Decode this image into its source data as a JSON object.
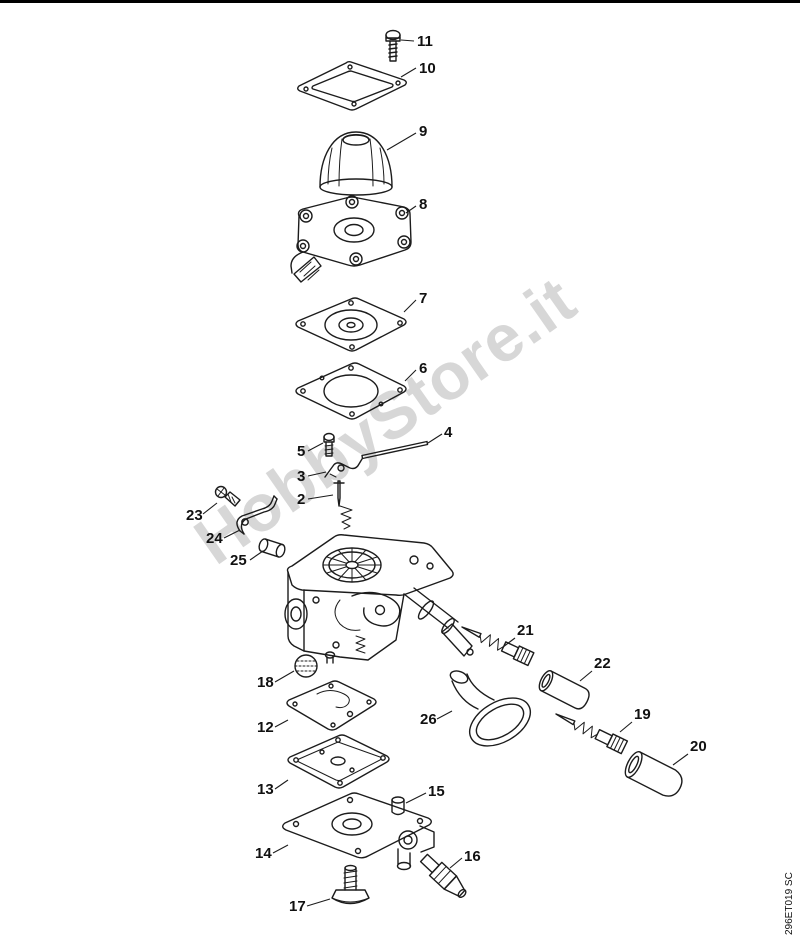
{
  "page": {
    "watermark": "HobbyStore.it",
    "diagram_code": "296ET019 SC",
    "background_color": "#ffffff",
    "ink_color": "#1c1c1c",
    "watermark_color": "#bdbdbd"
  },
  "callouts": [
    {
      "label": "11"
    },
    {
      "label": "10"
    },
    {
      "label": "9"
    },
    {
      "label": "8"
    },
    {
      "label": "7"
    },
    {
      "label": "6"
    },
    {
      "label": "5"
    },
    {
      "label": "4"
    },
    {
      "label": "3"
    },
    {
      "label": "2"
    },
    {
      "label": "23"
    },
    {
      "label": "24"
    },
    {
      "label": "25"
    },
    {
      "label": "18"
    },
    {
      "label": "12"
    },
    {
      "label": "26"
    },
    {
      "label": "13"
    },
    {
      "label": "15"
    },
    {
      "label": "14"
    },
    {
      "label": "16"
    },
    {
      "label": "17"
    },
    {
      "label": "21"
    },
    {
      "label": "22"
    },
    {
      "label": "19"
    },
    {
      "label": "20"
    }
  ]
}
